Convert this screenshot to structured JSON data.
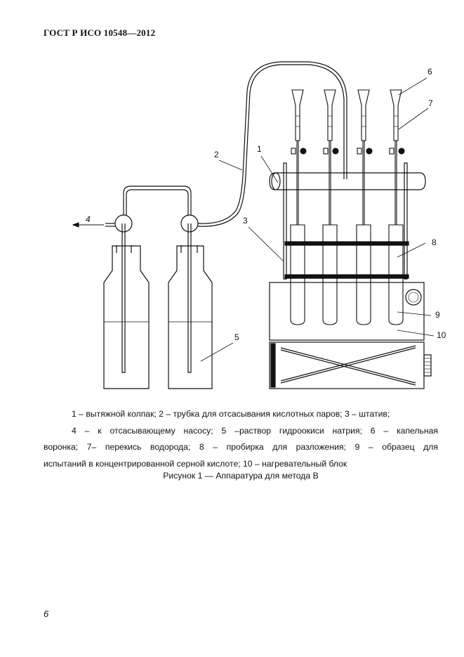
{
  "header": "ГОСТ Р ИСО 10548—2012",
  "figure": {
    "callouts": [
      "1",
      "2",
      "3",
      "4",
      "5",
      "6",
      "7",
      "8",
      "9",
      "10"
    ]
  },
  "legend": {
    "line1": "1 – вытяжной колпак; 2 – трубка для отсасывания кислотных паров; 3 – штатив;",
    "line2": "4 – к отсасывающему насосу; 5 –раствор гидроокиси натрия; 6 – капельная",
    "line3": "воронка; 7– перекись водорода; 8 – пробирка для разложения; 9 – образец для",
    "line4": "испытаний в концентрированной серной кислоте; 10 – нагревательный блок"
  },
  "caption": "Рисунок 1 — Аппаратура для метода B",
  "page_number": "6"
}
